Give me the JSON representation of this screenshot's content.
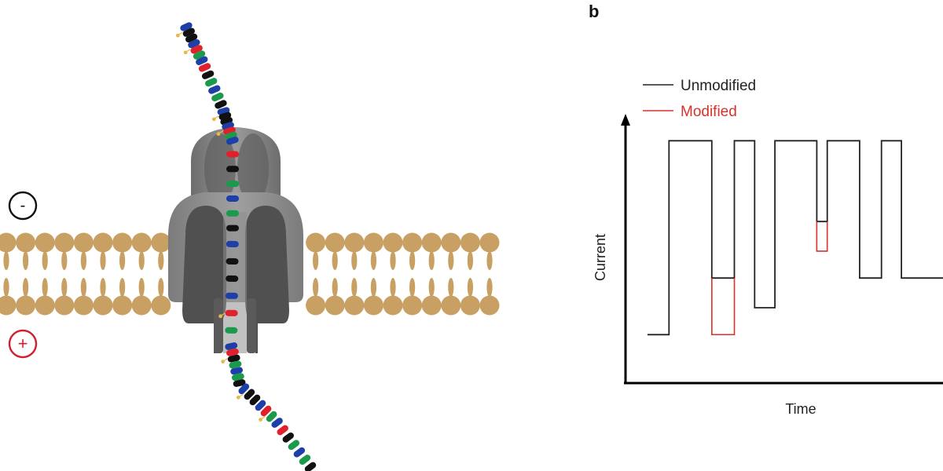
{
  "panel_b_label": "b",
  "panel_a": {
    "description": "Nanopore sequencing schematic: a single nucleic acid strand threaded through a protein nanopore embedded in a lipid bilayer",
    "charges": {
      "top": {
        "symbol": "-",
        "color": "#111111"
      },
      "bottom": {
        "symbol": "+",
        "color": "#d0202e"
      }
    },
    "membrane_color": "#c9a063",
    "pore_colors": {
      "outer": "#8c8c8c",
      "inner": "#5a5a5a",
      "dark": "#505050"
    },
    "base_colors": {
      "A": "#1f3fa8",
      "C": "#111111",
      "G": "#1a9a4a",
      "T": "#e0202a"
    },
    "modification_marker_color": "#e8b84a",
    "strand_sequence": [
      "A",
      "C",
      "C",
      "A",
      "T",
      "G",
      "A",
      "T",
      "C",
      "G",
      "A",
      "G",
      "C",
      "A",
      "C",
      "C",
      "A",
      "T",
      "G",
      "A",
      "T",
      "C",
      "G",
      "A",
      "G",
      "C",
      "A",
      "C",
      "C",
      "A",
      "T",
      "G",
      "A",
      "T",
      "C",
      "G",
      "A",
      "G",
      "C",
      "A",
      "C",
      "C",
      "A",
      "T",
      "G",
      "A",
      "T",
      "C",
      "G",
      "A",
      "G",
      "C"
    ],
    "modified_positions": [
      1,
      4,
      14,
      17,
      30,
      34,
      40,
      44
    ]
  },
  "chart_data": {
    "type": "line",
    "title": "",
    "xlabel": "Time",
    "ylabel": "Current",
    "xlim": [
      0,
      100
    ],
    "ylim": [
      0,
      100
    ],
    "grid": false,
    "legend": {
      "placement": "top-left",
      "entries": [
        {
          "name": "Unmodified",
          "color": "#222222"
        },
        {
          "name": "Modified",
          "color": "#d8322a"
        }
      ]
    },
    "series": [
      {
        "name": "Unmodified",
        "color": "#222222",
        "points": [
          [
            6.7,
            18
          ],
          [
            13.3,
            18
          ],
          [
            13.3,
            90
          ],
          [
            26.4,
            90
          ],
          [
            26.4,
            39
          ],
          [
            33.3,
            39
          ],
          [
            33.3,
            90
          ],
          [
            39.5,
            90
          ],
          [
            39.5,
            28
          ],
          [
            45.7,
            28
          ],
          [
            45.7,
            90
          ],
          [
            58.5,
            90
          ],
          [
            58.5,
            60
          ],
          [
            61.7,
            60
          ],
          [
            61.7,
            90
          ],
          [
            71.6,
            90
          ],
          [
            71.6,
            39
          ],
          [
            78.3,
            39
          ],
          [
            78.3,
            90
          ],
          [
            84.4,
            90
          ],
          [
            84.4,
            39
          ],
          [
            97.8,
            39
          ],
          [
            97.8,
            90
          ]
        ]
      },
      {
        "name": "Modified",
        "color": "#d8322a",
        "segments": [
          {
            "x": [
              26.4,
              33.3
            ],
            "top": 39,
            "bottom": 18
          },
          {
            "x": [
              58.5,
              61.7
            ],
            "top": 60,
            "bottom": 49
          }
        ]
      }
    ]
  }
}
